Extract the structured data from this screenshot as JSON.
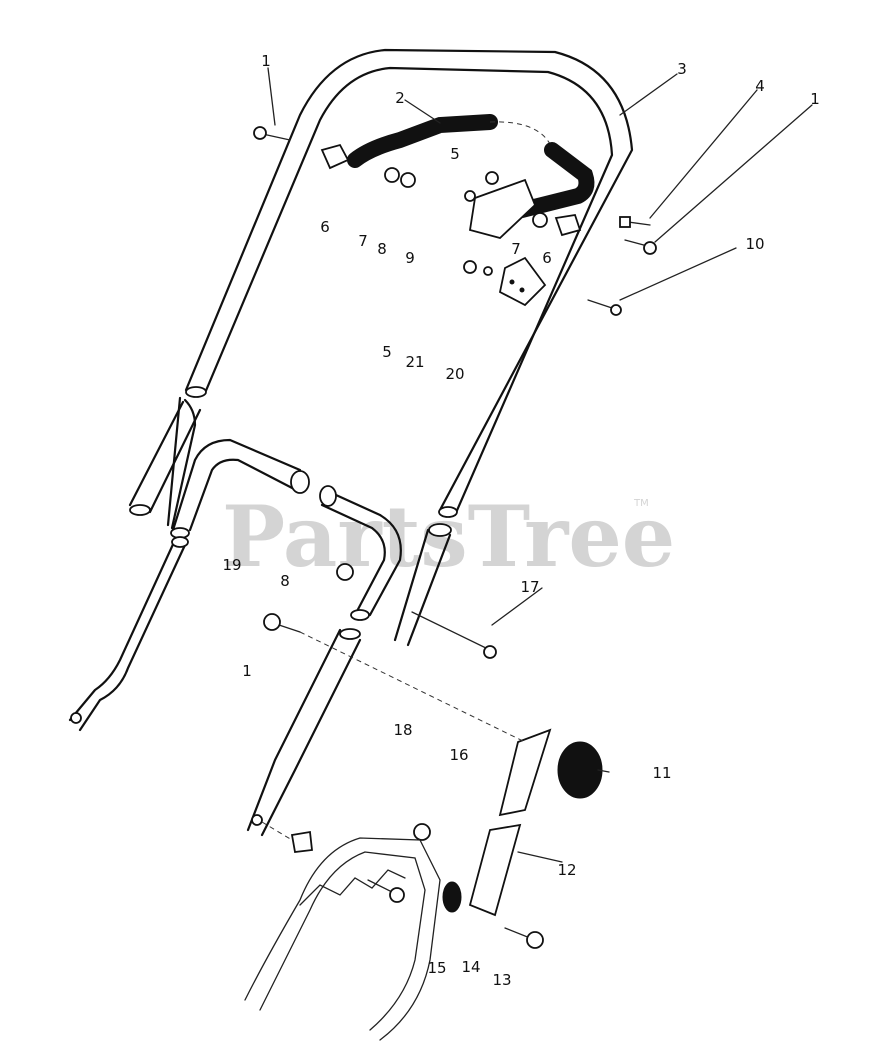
{
  "watermark": {
    "text": "PartsTree",
    "tm": "TM"
  },
  "callouts": [
    "1",
    "2",
    "3",
    "4",
    "1",
    "5",
    "6",
    "7",
    "8",
    "9",
    "7",
    "6",
    "10",
    "5",
    "21",
    "20",
    "19",
    "8",
    "17",
    "1",
    "18",
    "16",
    "11",
    "12",
    "15",
    "14",
    "13"
  ]
}
